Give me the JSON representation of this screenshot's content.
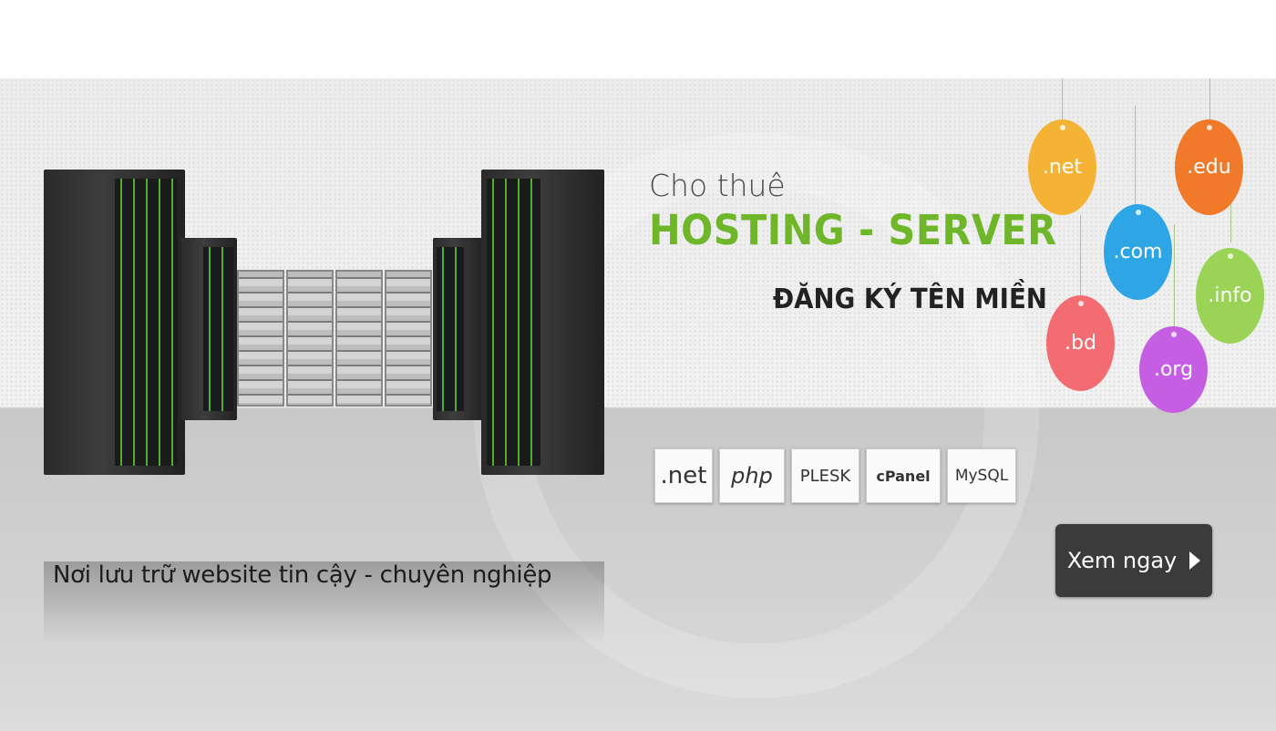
{
  "banner": {
    "title_pre": "Cho thuê",
    "title_main": "HOSTING - SERVER",
    "title_sub": "ĐĂNG KÝ TÊN MIỀN",
    "tagline": "Nơi lưu trữ website tin cậy - chuyên nghiệp",
    "cta_label": "Xem ngay",
    "domains": [
      ".net",
      ".edu",
      ".com",
      ".info",
      ".bd",
      ".org"
    ],
    "tech_logos": [
      ".net",
      "php",
      "PLESK",
      "cPanel",
      "MySQL"
    ],
    "colors": {
      "green": "#6fb62a",
      "net": "#f5b335",
      "edu": "#f07a2a",
      "com": "#2ea6e6",
      "info": "#9ad356",
      "bd": "#f26c72",
      "org": "#c65ee4",
      "cta": "#3b3b3b"
    }
  }
}
